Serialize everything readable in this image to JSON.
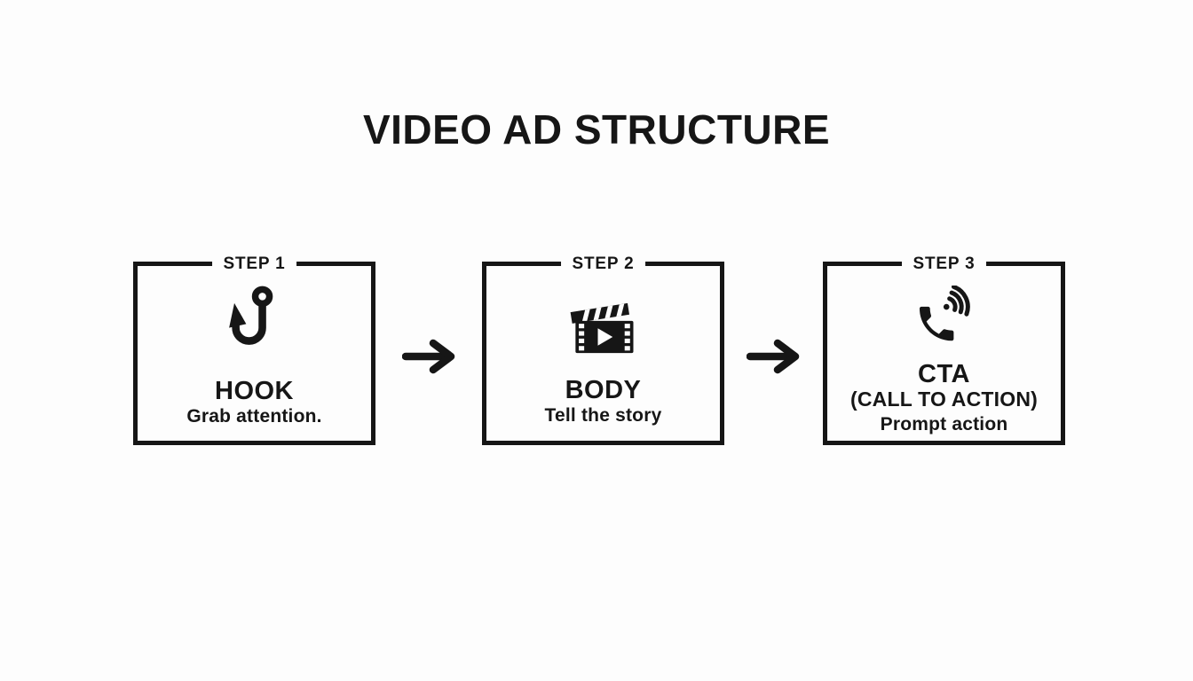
{
  "page": {
    "background": "#fdfdfd",
    "ink": "#161616"
  },
  "title": "VIDEO AD STRUCTURE",
  "steps": [
    {
      "label": "STEP 1",
      "icon": "fishing-hook-icon",
      "heading": "HOOK",
      "description": "Grab attention."
    },
    {
      "label": "STEP 2",
      "icon": "clapperboard-play-icon",
      "heading": "BODY",
      "description": "Tell the story"
    },
    {
      "label": "STEP 3",
      "icon": "phone-call-icon",
      "heading": "CTA",
      "subheading": "(CALL TO ACTION)",
      "description": "Prompt action"
    }
  ],
  "connectors": [
    {
      "icon": "right-arrow-icon"
    },
    {
      "icon": "right-arrow-icon"
    }
  ]
}
